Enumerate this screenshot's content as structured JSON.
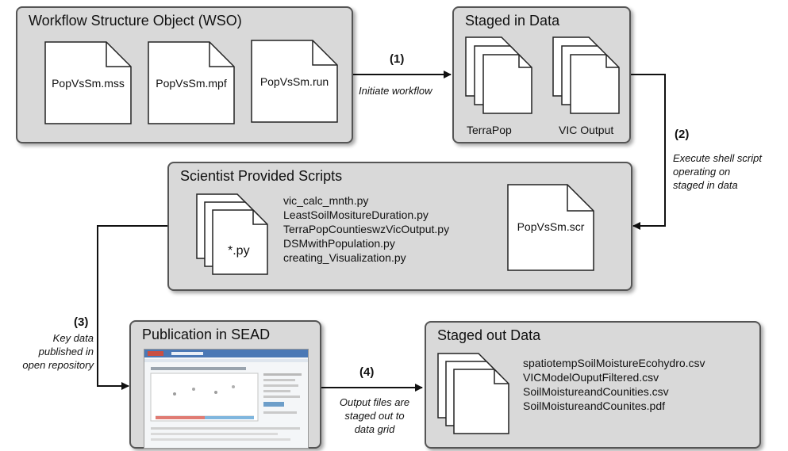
{
  "wso": {
    "title": "Workflow Structure Object (WSO)",
    "files": [
      "PopVsSm.mss",
      "PopVsSm.mpf",
      "PopVsSm.run"
    ]
  },
  "staged_in": {
    "title": "Staged in Data",
    "groups": [
      "TerraPop",
      "VIC Output"
    ]
  },
  "scripts": {
    "title": "Scientist Provided Scripts",
    "stack_label": "*.py",
    "files": [
      "vic_calc_mnth.py",
      "LeastSoilMositureDuration.py",
      "TerraPopCountieswzVicOutput.py",
      "DSMwithPopulation.py",
      "creating_Visualization.py"
    ],
    "single_file": "PopVsSm.scr"
  },
  "publication": {
    "title": "Publication in SEAD"
  },
  "staged_out": {
    "title": "Staged out Data",
    "files": [
      "spatiotempSoilMoistureEcohydro.csv",
      "VICModelOuputFiltered.csv",
      "SoilMoistureandCounities.csv",
      "SoilMoistureandCounites.pdf"
    ]
  },
  "steps": {
    "s1": {
      "number": "(1)",
      "lines": [
        "Initiate workflow"
      ]
    },
    "s2": {
      "number": "(2)",
      "lines": [
        "Execute shell script",
        "operating on",
        "staged in data"
      ]
    },
    "s3": {
      "number": "(3)",
      "lines": [
        "Key data",
        "published in",
        "open repository"
      ]
    },
    "s4": {
      "number": "(4)",
      "lines": [
        "Output files are",
        "staged out to",
        "data grid"
      ]
    }
  }
}
